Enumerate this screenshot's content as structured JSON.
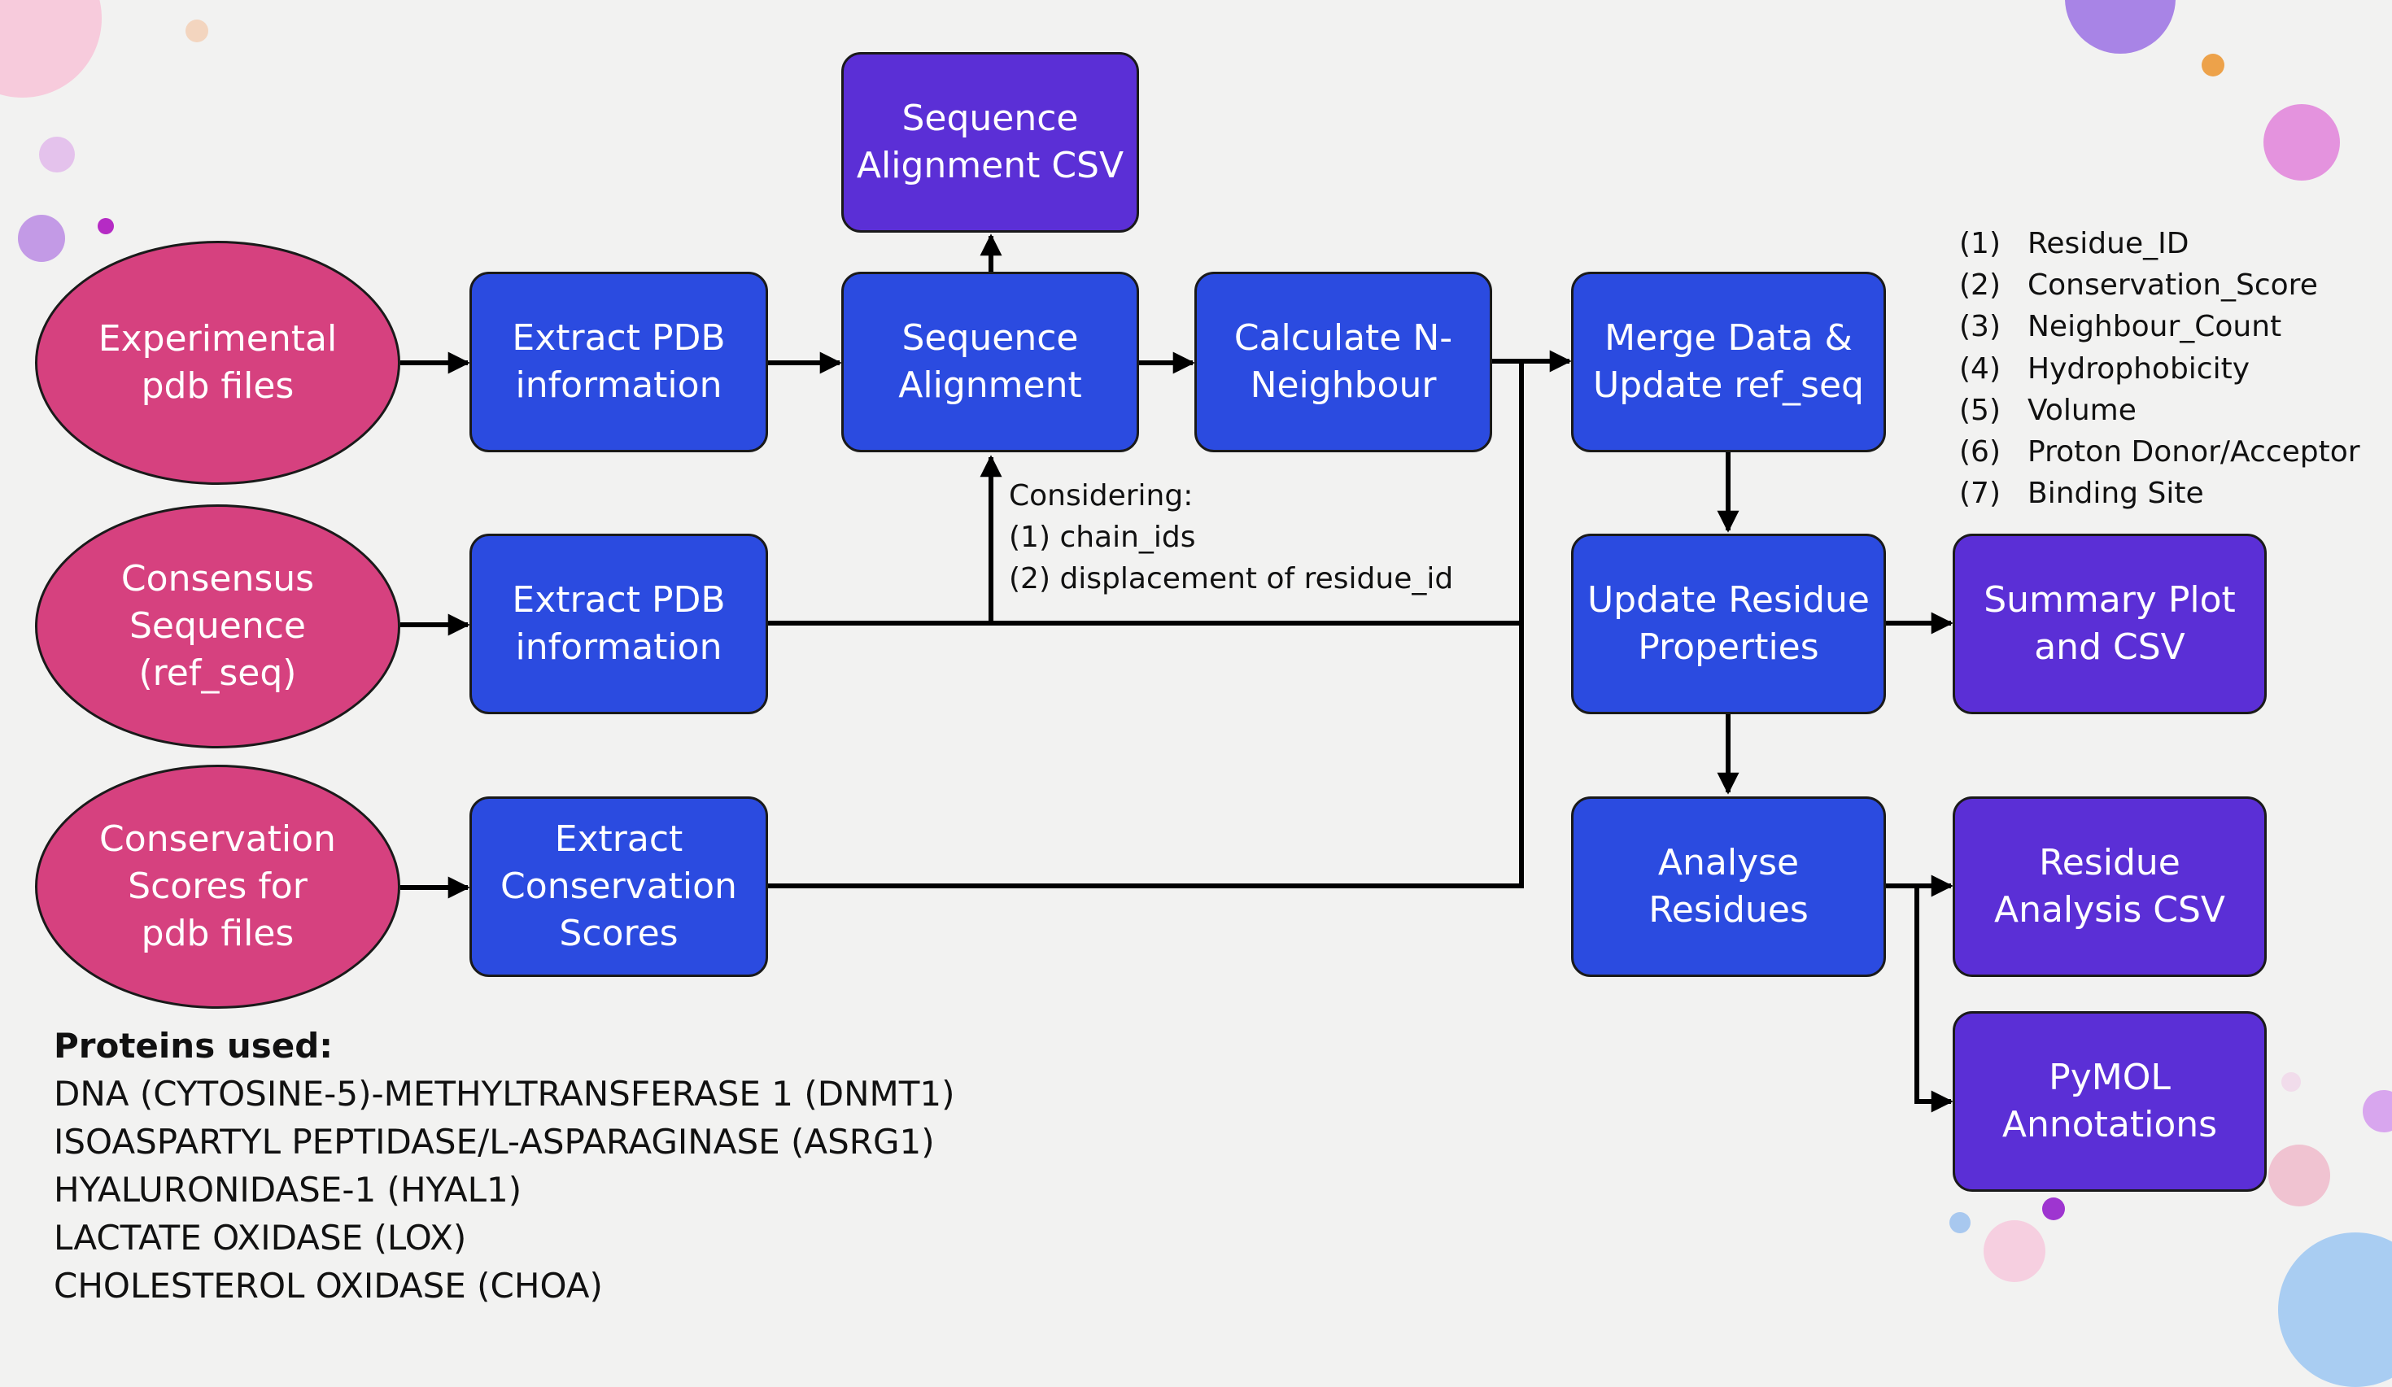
{
  "colors": {
    "background": "#f2f2f1",
    "input_node": "#d6417f",
    "process_node": "#2b4be0",
    "output_node": "#5b2fd6",
    "arrow": "#000000"
  },
  "inputs": {
    "experimental": "Experimental\npdb files",
    "consensus": "Consensus\nSequence\n(ref_seq)",
    "conservation": "Conservation\nScores for\npdb files"
  },
  "processes": {
    "extract_pdb_1": "Extract PDB\ninformation",
    "extract_pdb_2": "Extract PDB\ninformation",
    "extract_conservation": "Extract\nConservation\nScores",
    "sequence_alignment": "Sequence\nAlignment",
    "calculate_neighbour": "Calculate N-\nNeighbour",
    "merge_data": "Merge Data &\nUpdate ref_seq",
    "update_residue": "Update Residue\nProperties",
    "analyse_residues": "Analyse\nResidues"
  },
  "outputs": {
    "sequence_alignment_csv": "Sequence\nAlignment CSV",
    "summary_plot": "Summary Plot\nand CSV",
    "residue_analysis_csv": "Residue\nAnalysis CSV",
    "pymol_annotations": "PyMOL\nAnnotations"
  },
  "considering": {
    "title": "Considering:",
    "items": [
      "(1) chain_ids",
      "(2) displacement of residue_id"
    ]
  },
  "legend": [
    {
      "num": "(1)",
      "label": "Residue_ID"
    },
    {
      "num": "(2)",
      "label": "Conservation_Score"
    },
    {
      "num": "(3)",
      "label": "Neighbour_Count"
    },
    {
      "num": "(4)",
      "label": "Hydrophobicity"
    },
    {
      "num": "(5)",
      "label": "Volume"
    },
    {
      "num": "(6)",
      "label": "Proton Donor/Acceptor"
    },
    {
      "num": "(7)",
      "label": "Binding Site"
    }
  ],
  "proteins": {
    "title": "Proteins used:",
    "items": [
      "DNA (CYTOSINE-5)-METHYLTRANSFERASE 1 (DNMT1)",
      "ISOASPARTYL PEPTIDASE/L-ASPARAGINASE (ASRG1)",
      "HYALURONIDASE-1 (HYAL1)",
      "LACTATE OXIDASE (LOX)",
      "CHOLESTEROL OXIDASE (CHOA)"
    ]
  }
}
